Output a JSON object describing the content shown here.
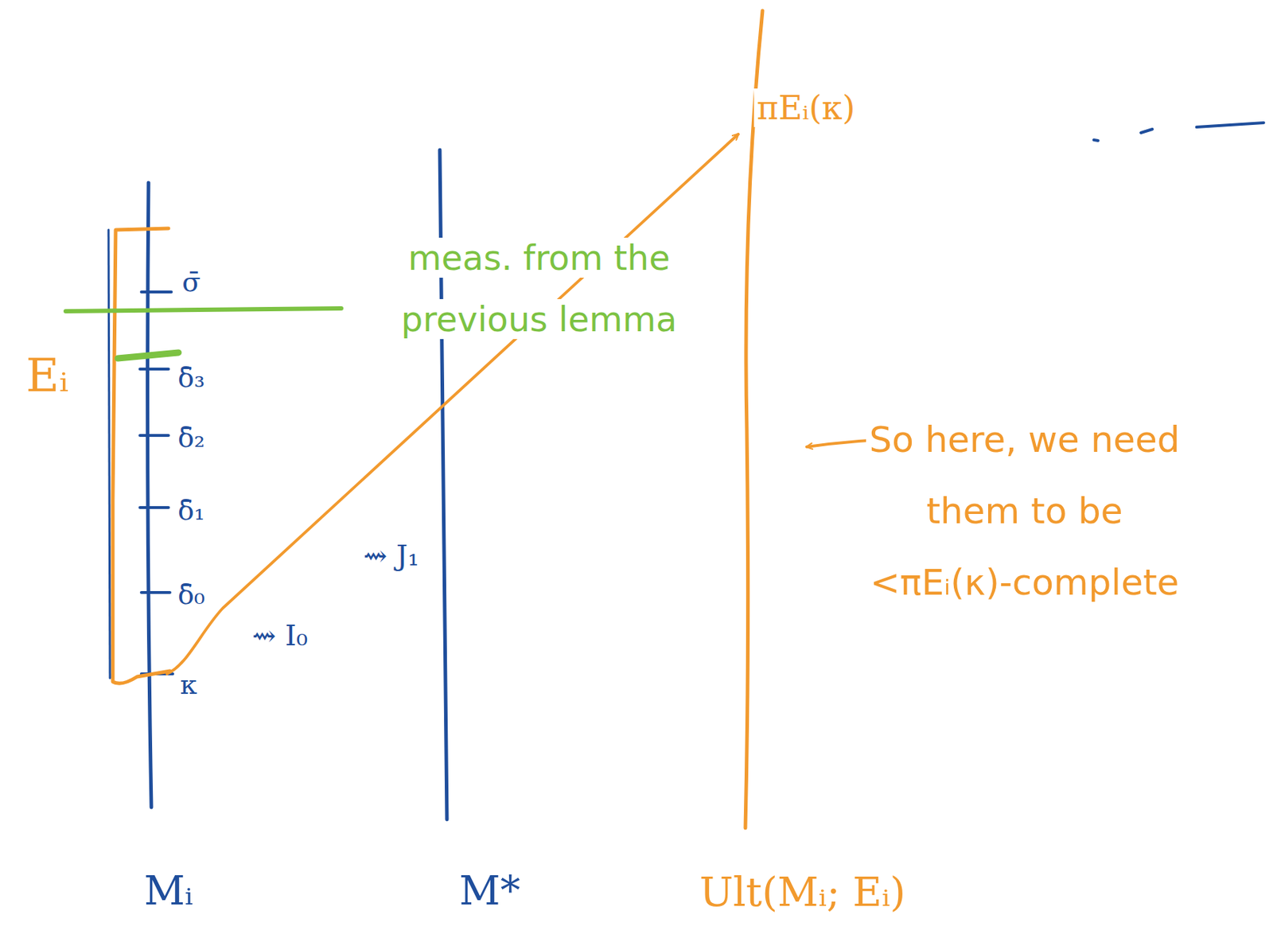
{
  "diagram": {
    "labels": [
      "σ̄",
      "δ̄₃",
      "δ̄₂",
      "δ̄₁",
      "δ̄₀",
      "κ",
      "Eᵢ",
      "⇝ I₀",
      "⇝ J₁",
      "πEᵢ(κ)",
      "meas. from the previous lemma",
      "So here, we need them to be <πEᵢ(κ)-complete",
      "Mᵢ",
      "M*",
      "Ult(Mᵢ; Eᵢ)"
    ]
  }
}
